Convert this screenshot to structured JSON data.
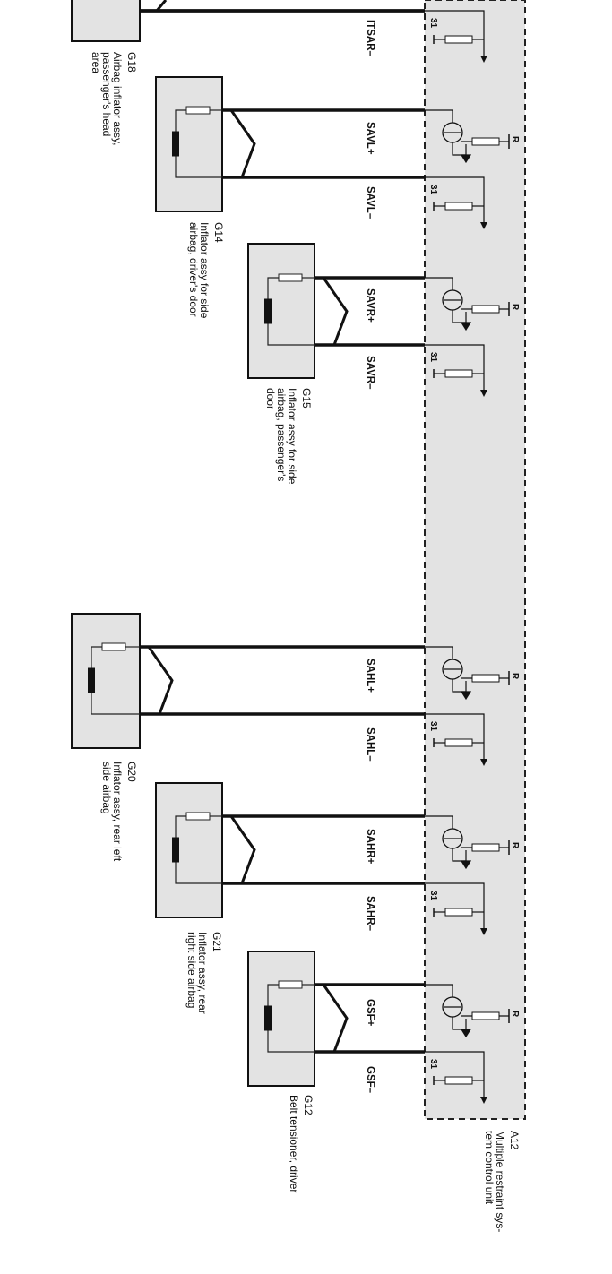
{
  "control_unit": {
    "id": "A12",
    "name_line1": "Multiple restraint sys-",
    "name_line2": "tem control unit"
  },
  "terminals": {
    "ground": "31",
    "resistor": "R"
  },
  "wires": [
    {
      "id": "ITSAR-",
      "label": "ITSAR–"
    },
    {
      "id": "SAVL+",
      "label": "SAVL+"
    },
    {
      "id": "SAVL-",
      "label": "SAVL–"
    },
    {
      "id": "SAVR+",
      "label": "SAVR+"
    },
    {
      "id": "SAVR-",
      "label": "SAVR–"
    },
    {
      "id": "SAHL+",
      "label": "SAHL+"
    },
    {
      "id": "SAHL-",
      "label": "SAHL–"
    },
    {
      "id": "SAHR+",
      "label": "SAHR+"
    },
    {
      "id": "SAHR-",
      "label": "SAHR–"
    },
    {
      "id": "GSF+",
      "label": "GSF+"
    },
    {
      "id": "GSF-",
      "label": "GSF–"
    }
  ],
  "components": [
    {
      "id": "G18",
      "l1": "Airbag inflator assy,",
      "l2": "passenger's head",
      "l3": "area"
    },
    {
      "id": "G14",
      "l1": "Inflator assy for side",
      "l2": "airbag, driver's door",
      "l3": ""
    },
    {
      "id": "G15",
      "l1": "Inflator assy for side",
      "l2": "airbag, passenger's",
      "l3": "door"
    },
    {
      "id": "G20",
      "l1": "Inflator assy, rear left",
      "l2": "side airbag",
      "l3": ""
    },
    {
      "id": "G21",
      "l1": "Inflator assy, rear",
      "l2": "right side airbag",
      "l3": ""
    },
    {
      "id": "G12",
      "l1": "Belt tensioner, driver",
      "l2": "",
      "l3": ""
    }
  ]
}
